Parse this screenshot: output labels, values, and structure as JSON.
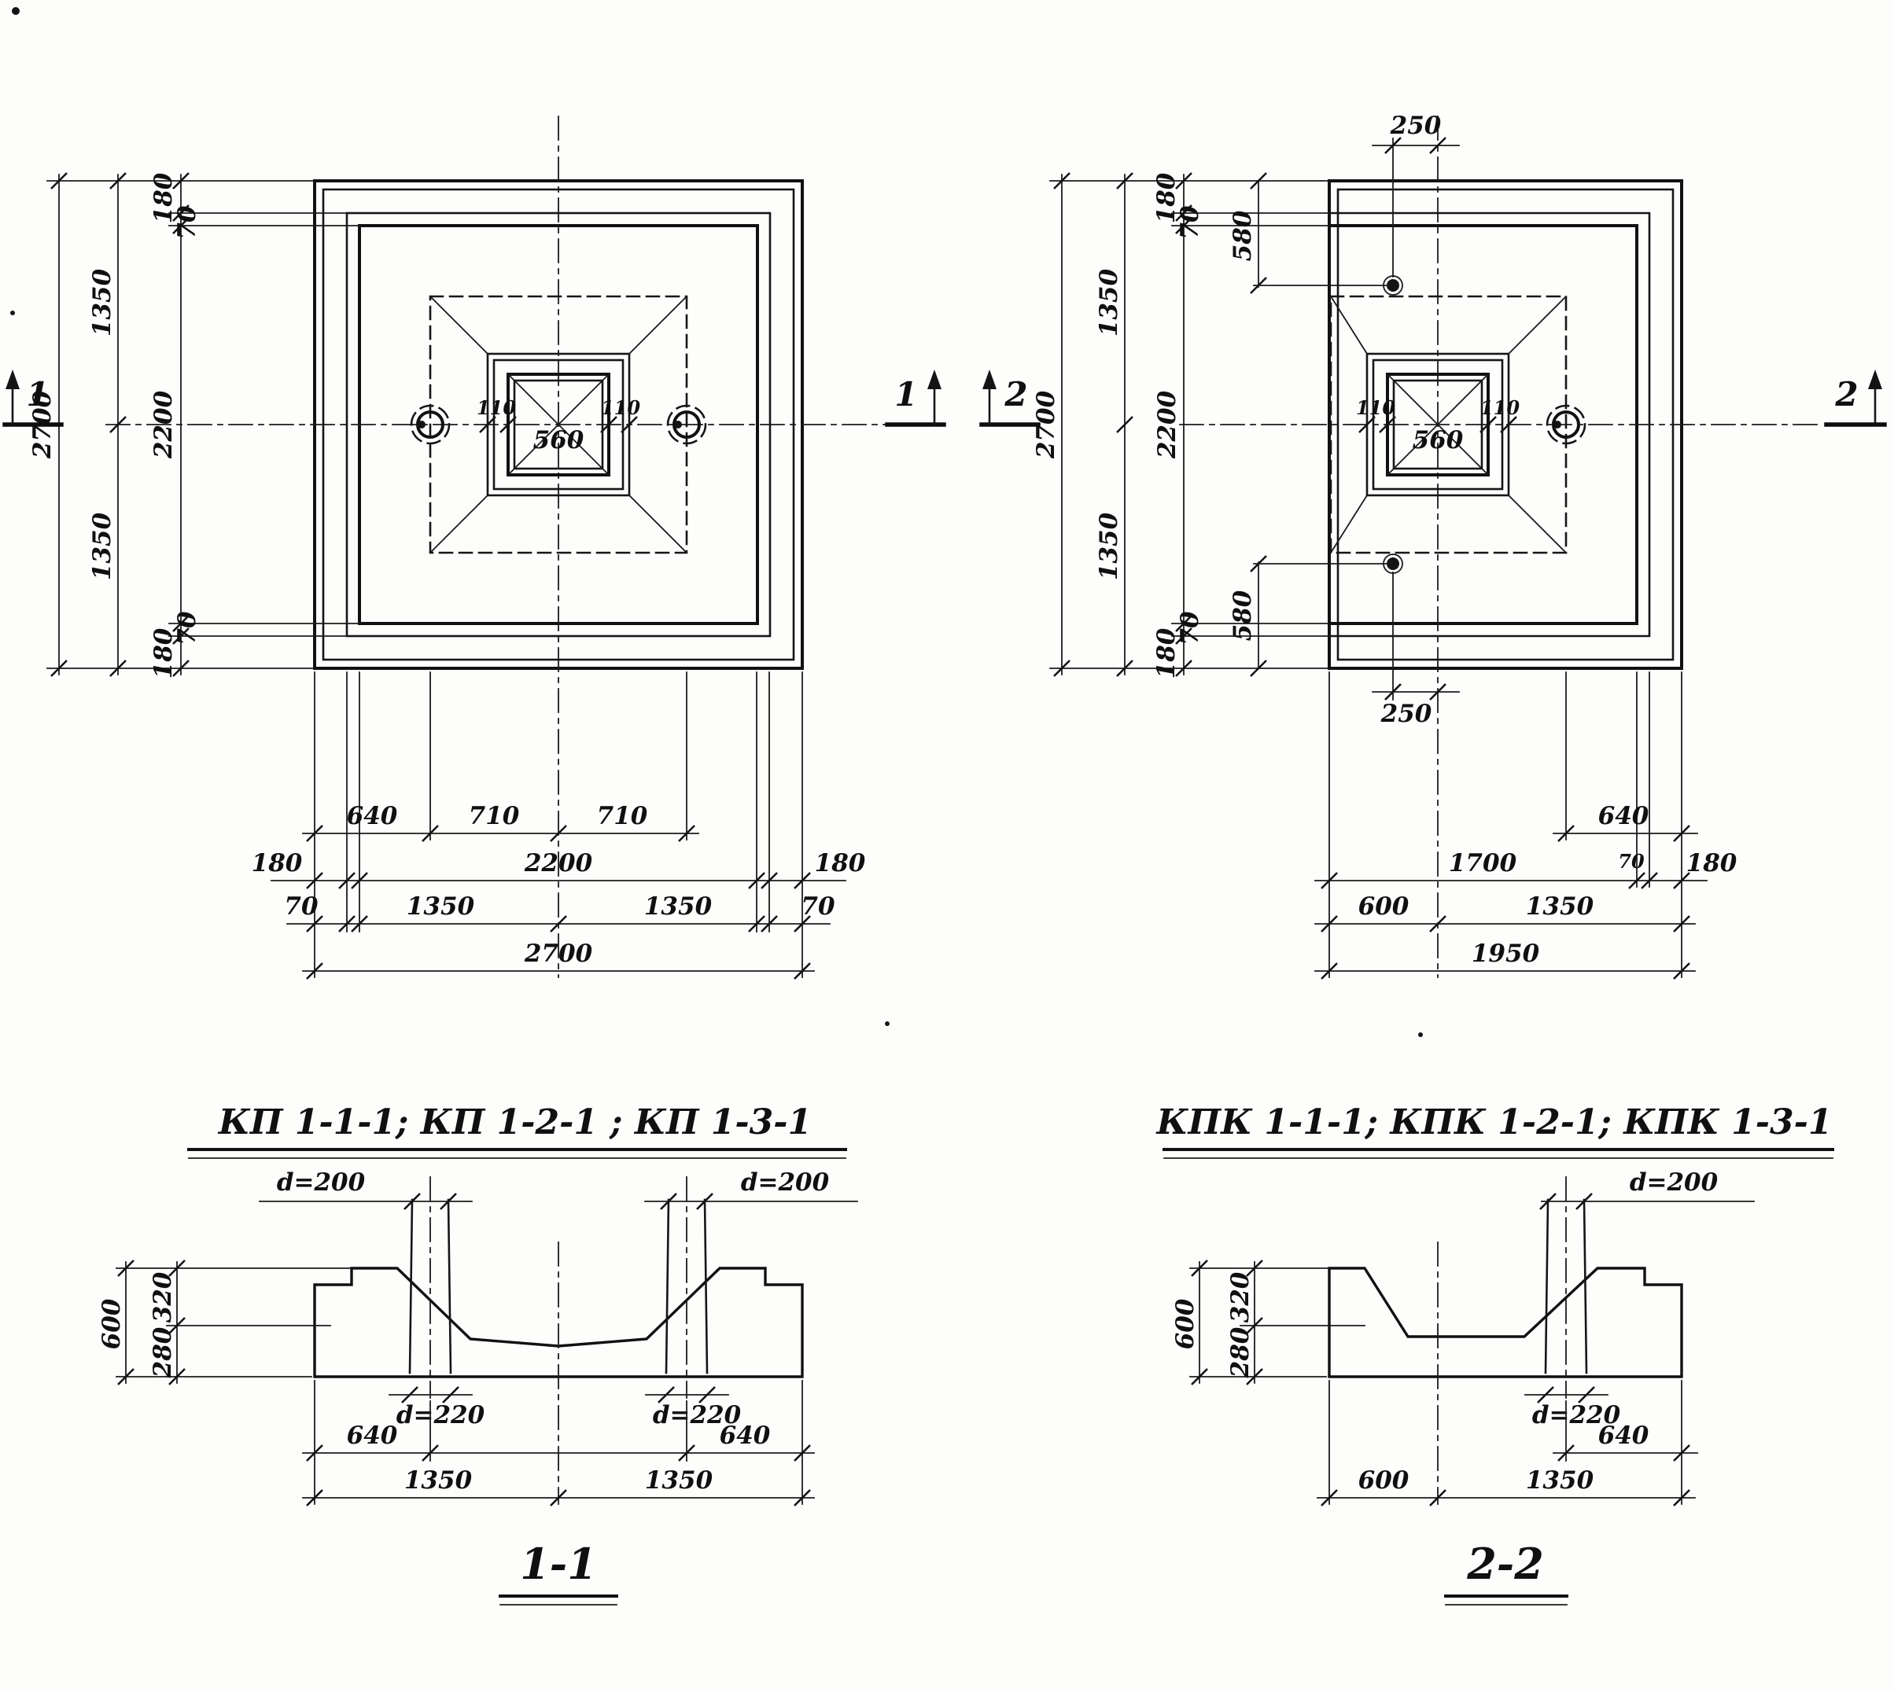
{
  "plan_left": {
    "marker": "1",
    "v": [
      "180",
      "70",
      "1350",
      "2700",
      "2200",
      "1350",
      "70",
      "180"
    ],
    "c": [
      "110",
      "560",
      "110"
    ],
    "b1": [
      "640",
      "710",
      "710"
    ],
    "b2": [
      "180",
      "2200",
      "180"
    ],
    "b3": [
      "70",
      "1350",
      "1350",
      "70"
    ],
    "b4": "2700"
  },
  "plan_right": {
    "marker": "2",
    "top250": "250",
    "bot250": "250",
    "v": [
      "180",
      "70",
      "580",
      "1350",
      "2700",
      "2200",
      "1350",
      "70",
      "580",
      "180"
    ],
    "c": [
      "110",
      "560",
      "110"
    ],
    "b1": "640",
    "b2": [
      "1700",
      "70",
      "180"
    ],
    "b3": [
      "600",
      "1350"
    ],
    "b4": "1950"
  },
  "sec1": {
    "title": "КП 1-1-1; КП 1-2-1 ; КП 1-3-1",
    "name": "1-1",
    "d200": [
      "d=200",
      "d=200"
    ],
    "d220": [
      "d=220",
      "d=220"
    ],
    "v": [
      "600",
      "320",
      "280"
    ],
    "b1": [
      "640",
      "640"
    ],
    "b2": [
      "1350",
      "1350"
    ]
  },
  "sec2": {
    "title": "КПК 1-1-1; КПК 1-2-1; КПК 1-3-1",
    "name": "2-2",
    "d200": "d=200",
    "d220": "d=220",
    "v": [
      "600",
      "320",
      "280"
    ],
    "b1": "640",
    "b2": [
      "600",
      "1350"
    ]
  }
}
